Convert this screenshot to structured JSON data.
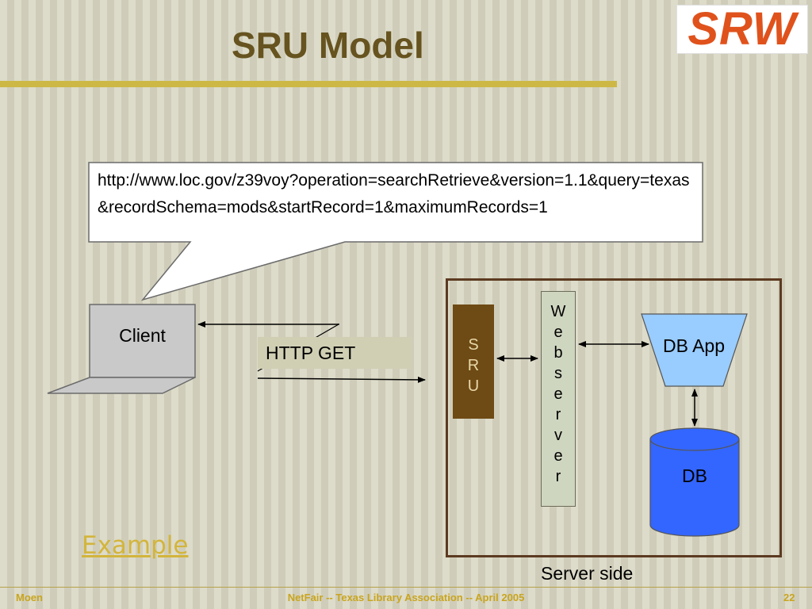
{
  "slide": {
    "title": "SRU Model",
    "logo_text": "SRW",
    "example_link": "Example",
    "page_number": "22"
  },
  "diagram": {
    "request_url": "http://www.loc.gov/z39voy?operation=searchRetrieve&version=1.1&query=texas&recordSchema=mods&startRecord=1&maximumRecords=1",
    "client_label": "Client",
    "http_get_label": "HTTP GET",
    "sru_label": [
      "S",
      "R",
      "U"
    ],
    "webserver_label": [
      "W",
      "e",
      "b",
      "s",
      "e",
      "r",
      "v",
      "e",
      "r"
    ],
    "dbapp_label": "DB App",
    "db_label": "DB",
    "server_side_label": "Server side"
  },
  "footer": {
    "left": "Moen",
    "center": "NetFair -- Texas Library Association -- April 2005",
    "right": "22"
  },
  "colors": {
    "title": "#66531f",
    "accent_rule": "#cdb845",
    "logo": "#e0521c",
    "sru_box": "#6e4a14",
    "dbapp_fill": "#99ccff",
    "db_fill": "#3366ff",
    "server_border": "#5c3a21"
  }
}
